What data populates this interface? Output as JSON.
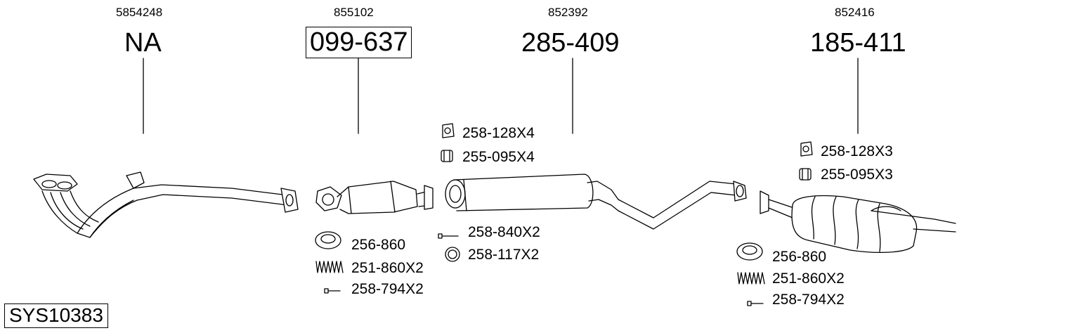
{
  "parts": [
    {
      "oem": "5854248",
      "number": "NA",
      "boxed": false
    },
    {
      "oem": "855102",
      "number": "099-637",
      "boxed": true
    },
    {
      "oem": "852392",
      "number": "285-409",
      "boxed": false
    },
    {
      "oem": "852416",
      "number": "185-411",
      "boxed": false
    }
  ],
  "accessories": {
    "cat_front": [
      "256-860",
      "251-860X2",
      "258-794X2"
    ],
    "middle_top": [
      "258-128X4",
      "255-095X4"
    ],
    "middle_bottom": [
      "258-840X2",
      "258-117X2"
    ],
    "rear_top": [
      "258-128X3",
      "255-095X3"
    ],
    "rear_bottom": [
      "256-860",
      "251-860X2",
      "258-794X2"
    ]
  },
  "system_id": "SYS10383"
}
